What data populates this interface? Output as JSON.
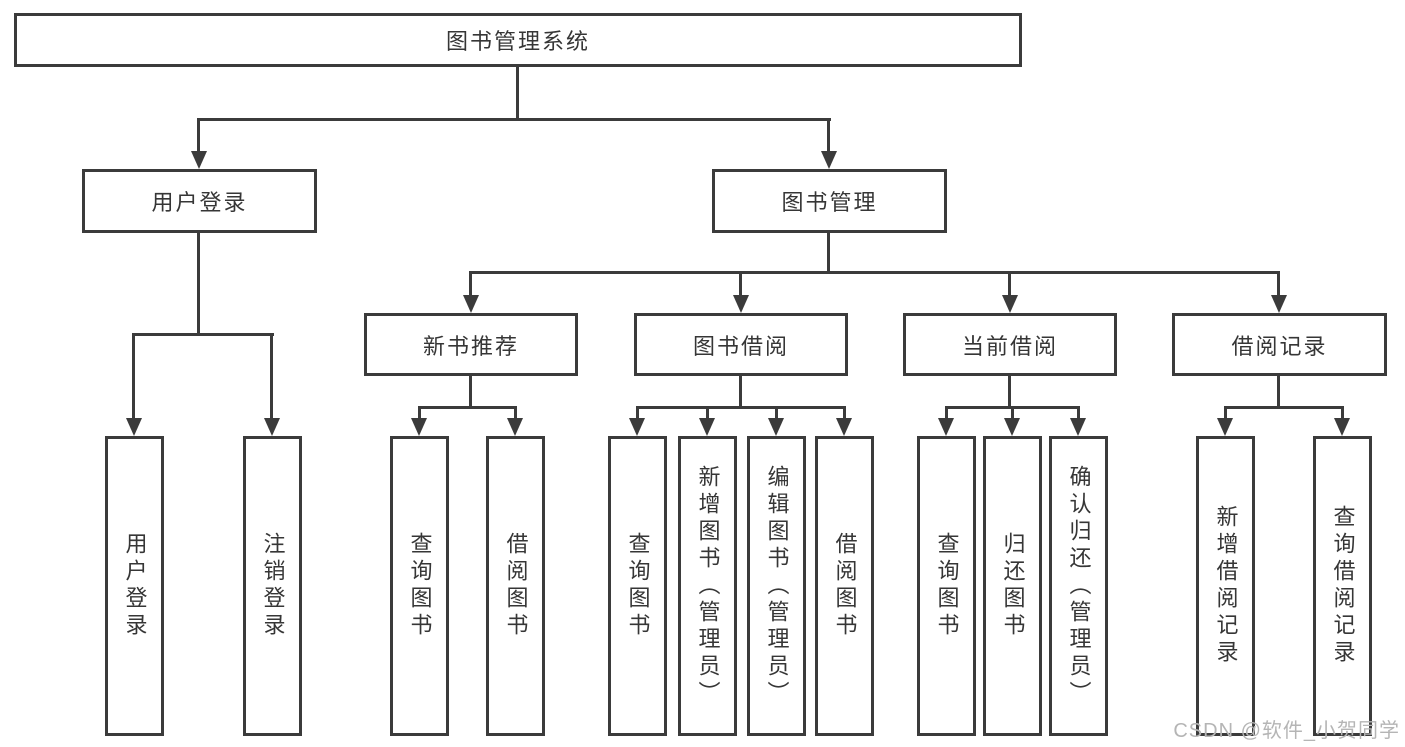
{
  "tree": {
    "root": {
      "label": "图书管理系统"
    },
    "children": [
      {
        "label": "用户登录",
        "children": [
          {
            "label": "用户登录"
          },
          {
            "label": "注销登录"
          }
        ]
      },
      {
        "label": "图书管理",
        "children": [
          {
            "label": "新书推荐",
            "children": [
              {
                "label": "查询图书"
              },
              {
                "label": "借阅图书"
              }
            ]
          },
          {
            "label": "图书借阅",
            "children": [
              {
                "label": "查询图书"
              },
              {
                "label": "新增图书（管理员）"
              },
              {
                "label": "编辑图书（管理员）"
              },
              {
                "label": "借阅图书"
              }
            ]
          },
          {
            "label": "当前借阅",
            "children": [
              {
                "label": "查询图书"
              },
              {
                "label": "归还图书"
              },
              {
                "label": "确认归还（管理员）"
              }
            ]
          },
          {
            "label": "借阅记录",
            "children": [
              {
                "label": "新增借阅记录"
              },
              {
                "label": "查询借阅记录"
              }
            ]
          }
        ]
      }
    ]
  },
  "watermark": {
    "text": "CSDN @软件_小贺同学",
    "color": "#b5b5b5"
  },
  "colors": {
    "line": "#3b3b3b",
    "box_border": "#3b3b3b",
    "text": "#363636",
    "background": "#ffffff"
  }
}
